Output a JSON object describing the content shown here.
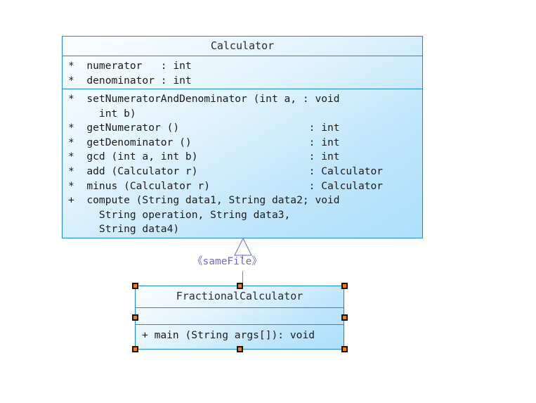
{
  "diagram": {
    "type": "uml-class-diagram",
    "background_color": "#ffffff",
    "class_fill_gradient": [
      "#fbfdff",
      "#ace0fb"
    ],
    "class_border_color": "#1e88e5",
    "connector_color": "#7b7fe0",
    "selection_handle_colors": [
      "#151515",
      "#f07c18"
    ]
  },
  "classes": [
    {
      "id": "calculator",
      "name": "Calculator",
      "selected": false,
      "attributes": [
        {
          "visibility": "*",
          "text": "numerator   : int"
        },
        {
          "visibility": "*",
          "text": "denominator : int"
        }
      ],
      "operations": [
        {
          "visibility": "*",
          "lines": [
            "setNumeratorAndDenominator (int a, : void",
            "  int b)"
          ]
        },
        {
          "visibility": "*",
          "lines": [
            "getNumerator ()                     : int"
          ]
        },
        {
          "visibility": "*",
          "lines": [
            "getDenominator ()                   : int"
          ]
        },
        {
          "visibility": "*",
          "lines": [
            "gcd (int a, int b)                  : int"
          ]
        },
        {
          "visibility": "*",
          "lines": [
            "add (Calculator r)                  : Calculator"
          ]
        },
        {
          "visibility": "*",
          "lines": [
            "minus (Calculator r)                : Calculator"
          ]
        },
        {
          "visibility": "+",
          "lines": [
            "compute (String data1, String data2; void",
            "  String operation, String data3,",
            "  String data4)"
          ]
        }
      ]
    },
    {
      "id": "fractional-calculator",
      "name": "FractionalCalculator",
      "selected": true,
      "attributes": [],
      "operations": [
        {
          "visibility": "+",
          "lines": [
            "main (String args[]): void"
          ]
        }
      ]
    }
  ],
  "connector": {
    "kind": "generalization",
    "stereotype": "<<sameFile>>",
    "stereotype_open": "《",
    "stereotype_close": "》",
    "stereotype_name": "sameFile",
    "from": "fractional-calculator",
    "to": "calculator"
  },
  "rendered": {
    "calculator_title": "Calculator",
    "calculator_attr_0": "*  numerator   : int",
    "calculator_attr_1": "*  denominator : int",
    "calculator_op_0_l0": "*  setNumeratorAndDenominator (int a, : void",
    "calculator_op_0_l1": "     int b)",
    "calculator_op_1": "*  getNumerator ()                     : int",
    "calculator_op_2": "*  getDenominator ()                   : int",
    "calculator_op_3": "*  gcd (int a, int b)                  : int",
    "calculator_op_4": "*  add (Calculator r)                  : Calculator",
    "calculator_op_5": "*  minus (Calculator r)                : Calculator",
    "calculator_op_6_l0": "+  compute (String data1, String data2; void",
    "calculator_op_6_l1": "     String operation, String data3,",
    "calculator_op_6_l2": "     String data4)",
    "fractional_title": "FractionalCalculator",
    "fractional_op_0": "+ main (String args[]): void",
    "connector_label": "《sameFile》"
  }
}
